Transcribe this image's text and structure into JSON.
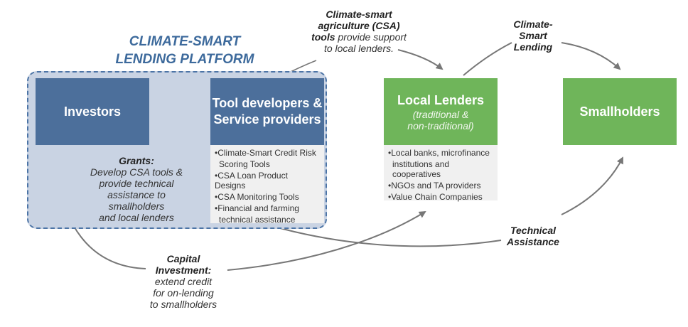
{
  "platform": {
    "title_line1": "CLIMATE-SMART",
    "title_line2": "LENDING PLATFORM"
  },
  "nodes": {
    "investors": "Investors",
    "tool_developers": {
      "line1": "Tool developers &",
      "line2": "Service providers"
    },
    "local_lenders": {
      "title": "Local Lenders",
      "sub1": "(traditional &",
      "sub2": "non-traditional)"
    },
    "smallholders": "Smallholders"
  },
  "tool_list": [
    "•Climate-Smart Credit Risk",
    "Scoring Tools",
    "•CSA Loan Product Designs",
    "•CSA Monitoring Tools",
    "•Financial and farming",
    "technical assistance"
  ],
  "lender_list": [
    "•Local banks, microfinance",
    "institutions and cooperatives",
    "•NGOs and TA providers",
    "•Value Chain Companies"
  ],
  "labels": {
    "csa_tools": {
      "bold1": "Climate-smart",
      "bold2": "agriculture (CSA)",
      "bold3": "tools",
      "rest3": " provide support",
      "line4": "to local lenders."
    },
    "csl": {
      "line1": "Climate-",
      "line2": "Smart",
      "line3": "Lending"
    },
    "grants": {
      "title": "Grants:",
      "line1": "Develop CSA tools &",
      "line2": "provide technical",
      "line3": "assistance to smallholders",
      "line4": "and local lenders"
    },
    "capital": {
      "bold1": "Capital",
      "bold2": "Investment:",
      "line1": "extend credit",
      "line2": "for on-lending",
      "line3": "to smallholders"
    },
    "ta": {
      "line1": "Technical",
      "line2": "Assistance"
    }
  },
  "colors": {
    "blue": "#4c6f9b",
    "green": "#6fb55a",
    "platform_fill": "#c9d3e3",
    "arrow": "#777777"
  }
}
